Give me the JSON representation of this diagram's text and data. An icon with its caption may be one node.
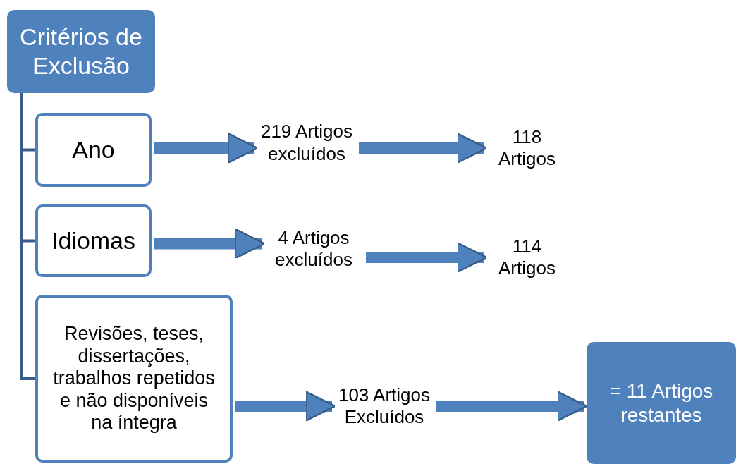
{
  "diagram": {
    "nodes": [
      {
        "text": [
          "Critérios de Exclusão"
        ]
      },
      {
        "text": [
          "Ano"
        ]
      },
      {
        "text": [
          "Idiomas"
        ]
      },
      {
        "text": [
          "Revisões, teses, dissertações, trabalhos repetidos e não disponíveis na íntegra"
        ]
      },
      {
        "text": [
          "219 Artigos excluídos"
        ]
      },
      {
        "text": [
          "118 Artigos"
        ]
      },
      {
        "text": [
          "4 Artigos excluídos"
        ]
      },
      {
        "text": [
          "114 Artigos"
        ]
      },
      {
        "text": [
          "103 Artigos Excluídos"
        ]
      },
      {
        "text": [
          "= 11 Artigos restantes"
        ]
      }
    ],
    "edges": [
      {
        "from": 0,
        "to": 1,
        "arrow": "none"
      },
      {
        "from": 0,
        "to": 2,
        "arrow": "none"
      },
      {
        "from": 0,
        "to": 3,
        "arrow": "none"
      },
      {
        "from": 1,
        "to": 4,
        "arrow": "to"
      },
      {
        "from": 4,
        "to": 5,
        "arrow": "to"
      },
      {
        "from": 2,
        "to": 6,
        "arrow": "to"
      },
      {
        "from": 6,
        "to": 7,
        "arrow": "to"
      },
      {
        "from": 3,
        "to": 8,
        "arrow": "to"
      },
      {
        "from": 8,
        "to": 9,
        "arrow": "to"
      }
    ]
  }
}
